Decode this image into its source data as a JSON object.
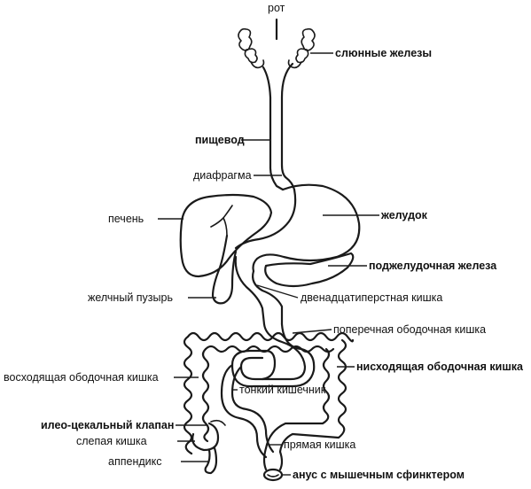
{
  "labels": {
    "mouth": "рот",
    "salivary_glands": "слюнные железы",
    "esophagus": "пищевод",
    "diaphragm": "диафрагма",
    "liver": "печень",
    "stomach": "желудок",
    "pancreas": "поджелудочная железа",
    "gallbladder": "желчный пузырь",
    "duodenum": "двенадцатиперстная кишка",
    "transverse_colon": "поперечная ободочная кишка",
    "ascending_colon": "восходящая ободочная кишка",
    "descending_colon": "нисходящая ободочная кишка",
    "small_intestine": "тонкий кишечник",
    "ileocecal_valve": "илео-цекальный клапан",
    "cecum": "слепая кишка",
    "appendix": "аппендикс",
    "rectum": "прямая кишка",
    "anus": "анус с мышечным сфинктером"
  },
  "colors": {
    "stroke": "#1a1a1a",
    "background": "#ffffff"
  }
}
